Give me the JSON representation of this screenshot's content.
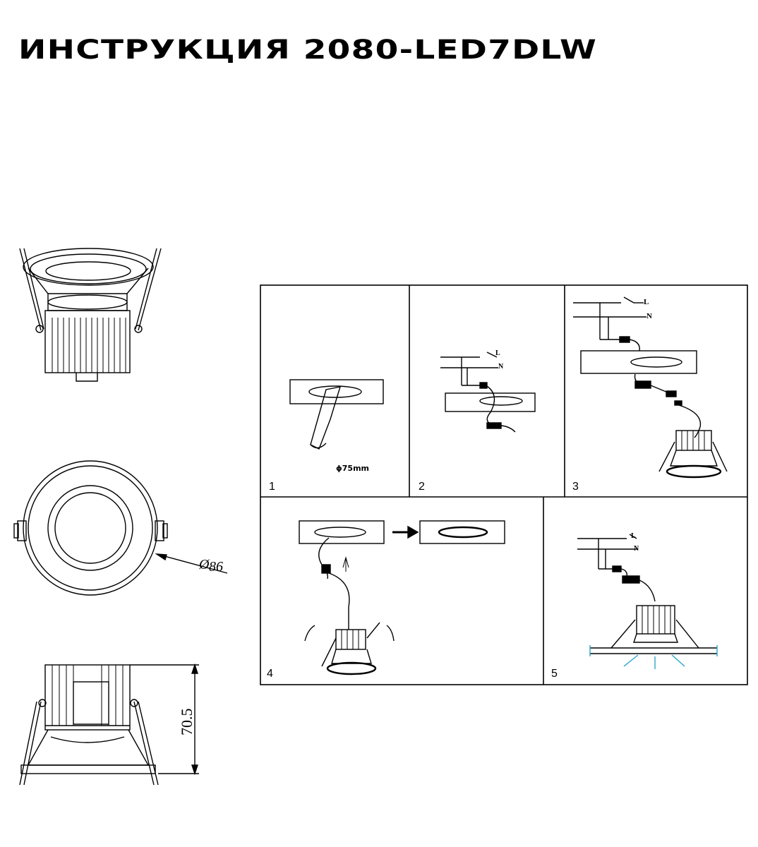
{
  "document": {
    "title": "ИНСТРУКЦИЯ 2080-LED7DLW"
  },
  "dimensions": {
    "diameter": "86",
    "diameter_symbol": "Ø",
    "height": "70.5"
  },
  "steps": [
    {
      "number": "1",
      "label": "ϕ75mm"
    },
    {
      "number": "2",
      "wire_l": "L",
      "wire_n": "N"
    },
    {
      "number": "3",
      "wire_l": "L",
      "wire_n": "N"
    },
    {
      "number": "4"
    },
    {
      "number": "5",
      "wire_l": "L",
      "wire_n": "N"
    }
  ]
}
